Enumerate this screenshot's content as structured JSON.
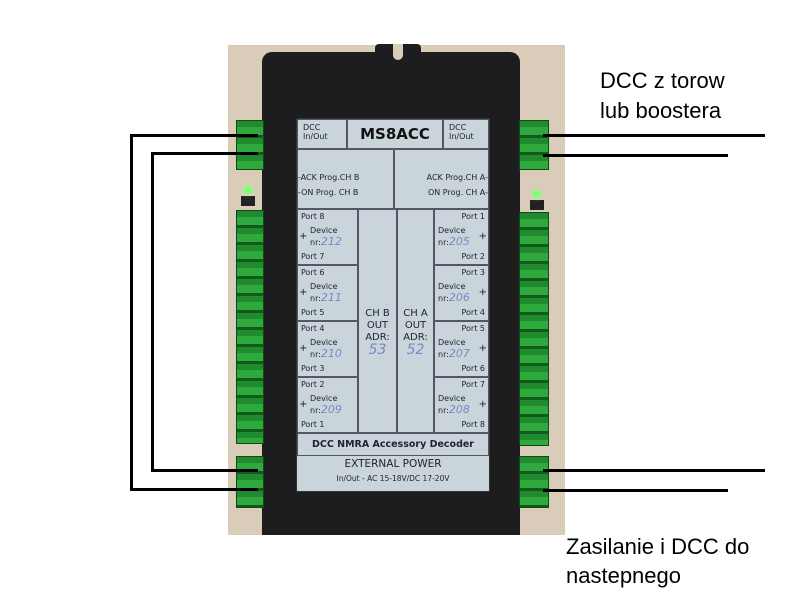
{
  "annotations": {
    "top_right_line1": "DCC z torow",
    "top_right_line2": "lub boostera",
    "bottom_right_line1": "Zasilanie i DCC do",
    "bottom_right_line2": "nastepnego"
  },
  "label": {
    "title": "MS8ACC",
    "dcc_left": "DCC",
    "inout_left": "In/Out",
    "dcc_right": "DCC",
    "inout_right": "In/Out",
    "ack_b": "-ACK Prog.CH B",
    "on_b": "-ON Prog. CH B",
    "ack_a": "ACK Prog.CH A-",
    "on_a": "ON Prog. CH A-",
    "left_ports": [
      {
        "top": "Port 8",
        "bottom": "Port 7",
        "device": "Device",
        "nr": "nr:",
        "num": "212"
      },
      {
        "top": "Port 6",
        "bottom": "Port 5",
        "device": "Device",
        "nr": "nr:",
        "num": "211"
      },
      {
        "top": "Port 4",
        "bottom": "Port 3",
        "device": "Device",
        "nr": "nr:",
        "num": "210"
      },
      {
        "top": "Port 2",
        "bottom": "Port 1",
        "device": "Device",
        "nr": "nr:",
        "num": "209"
      }
    ],
    "right_ports": [
      {
        "top": "Port 1",
        "bottom": "Port 2",
        "device": "Device",
        "nr": "nr:",
        "num": "205"
      },
      {
        "top": "Port 3",
        "bottom": "Port 4",
        "device": "Device",
        "nr": "nr:",
        "num": "206"
      },
      {
        "top": "Port 5",
        "bottom": "Port 6",
        "device": "Device",
        "nr": "nr:",
        "num": "207"
      },
      {
        "top": "Port 7",
        "bottom": "Port 8",
        "device": "Device",
        "nr": "nr:",
        "num": "208"
      }
    ],
    "plus": "+",
    "ch_b": {
      "line1": "CH B",
      "line2": "OUT",
      "line3": "ADR:",
      "adr": "53"
    },
    "ch_a": {
      "line1": "CH A",
      "line2": "OUT",
      "line3": "ADR:",
      "adr": "52"
    },
    "decoder": "DCC NMRA Accessory Decoder",
    "power": "EXTERNAL POWER",
    "power_spec": "In/Out -  AC 15-18V/DC 17-20V"
  }
}
